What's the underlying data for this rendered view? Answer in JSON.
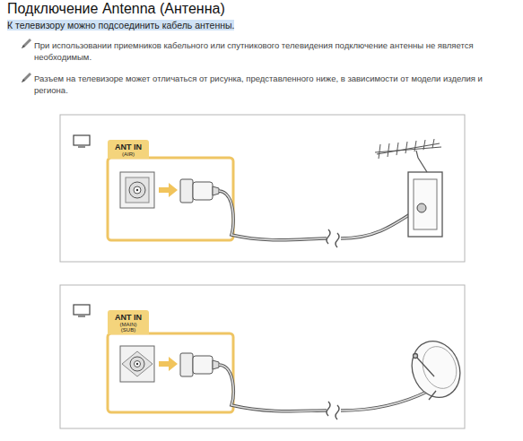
{
  "diagram": {
    "title": "Подключение Antenna (Антенна)",
    "nodes": [
      {
        "text": [
          "ANT IN",
          "(AIR)"
        ]
      },
      {
        "text": [
          "ANT IN",
          "(MAIN)",
          "(SUB)"
        ]
      }
    ],
    "labels": [
      "К телевизору можно подсоединить кабель антенны.",
      "При использовании приемников кабельного или спутникового телевидения подключение антенны не является необходимым.",
      "Разъем на телевизоре может отличаться от рисунка, представленного ниже, в зависимости от модели изделия и региона."
    ]
  }
}
